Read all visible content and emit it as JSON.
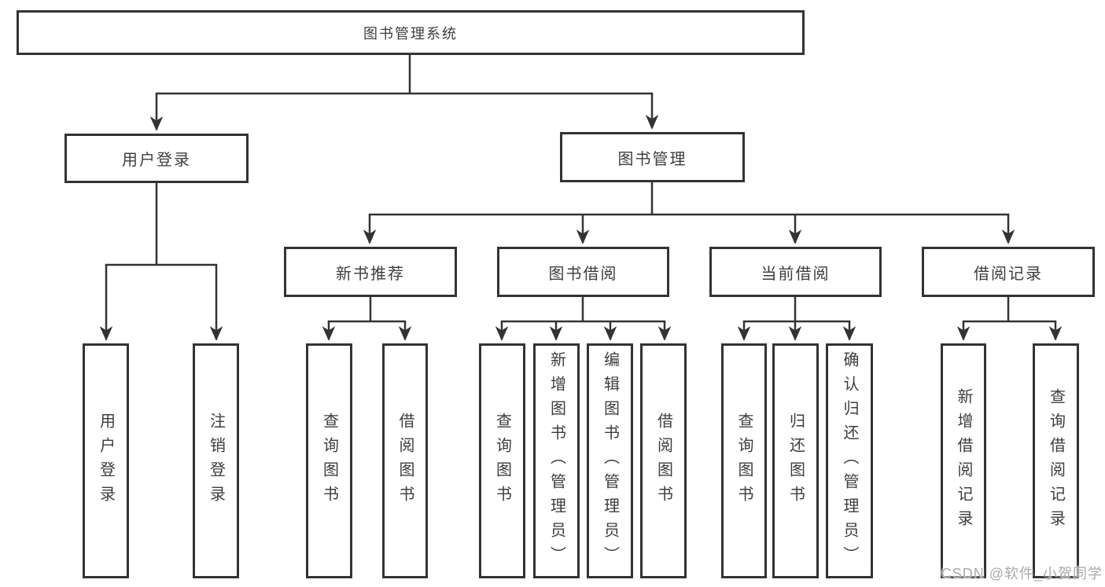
{
  "tree": {
    "label": "图书管理系统",
    "children": [
      {
        "label": "用户登录",
        "children": [
          {
            "label": "用户登录"
          },
          {
            "label": "注销登录"
          }
        ]
      },
      {
        "label": "图书管理",
        "children": [
          {
            "label": "新书推荐",
            "children": [
              {
                "label": "查询图书"
              },
              {
                "label": "借阅图书"
              }
            ]
          },
          {
            "label": "图书借阅",
            "children": [
              {
                "label": "查询图书"
              },
              {
                "label": "新增图书（管理员）"
              },
              {
                "label": "编辑图书（管理员）"
              },
              {
                "label": "借阅图书"
              }
            ]
          },
          {
            "label": "当前借阅",
            "children": [
              {
                "label": "查询图书"
              },
              {
                "label": "归还图书"
              },
              {
                "label": "确认归还（管理员）"
              }
            ]
          },
          {
            "label": "借阅记录",
            "children": [
              {
                "label": "新增借阅记录"
              },
              {
                "label": "查询借阅记录"
              }
            ]
          }
        ]
      }
    ]
  },
  "watermark": {
    "text": "CSDN @软件_小贺同学"
  },
  "colors": {
    "line": "#333333",
    "border": "#333333",
    "text": "#3d3d3d",
    "watermark": "#aaaaaa",
    "background": "#ffffff"
  }
}
